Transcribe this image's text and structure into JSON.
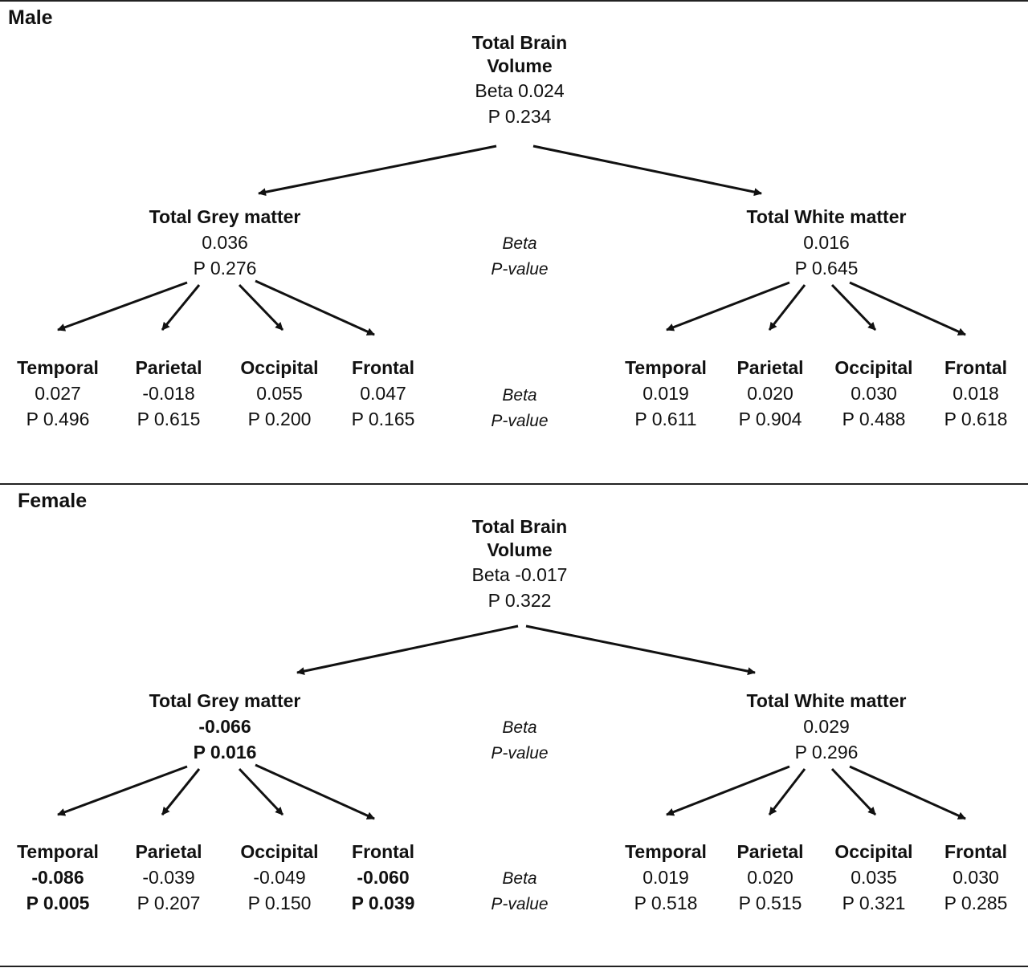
{
  "panels": {
    "male": {
      "label": "Male",
      "root": {
        "title_1": "Total Brain",
        "title_2": "Volume",
        "beta": "Beta 0.024",
        "p": "P 0.234"
      },
      "grey": {
        "title": "Total Grey matter",
        "beta": "0.036",
        "p": "P 0.276"
      },
      "white": {
        "title": "Total White matter",
        "beta": "0.016",
        "p": "P 0.645"
      },
      "legend_mid": {
        "beta": "Beta",
        "p": "P-value"
      },
      "legend_low": {
        "beta": "Beta",
        "p": "P-value"
      },
      "grey_lobes": [
        {
          "name": "Temporal",
          "beta": "0.027",
          "p": "P 0.496"
        },
        {
          "name": "Parietal",
          "beta": "-0.018",
          "p": "P 0.615"
        },
        {
          "name": "Occipital",
          "beta": "0.055",
          "p": "P 0.200"
        },
        {
          "name": "Frontal",
          "beta": "0.047",
          "p": "P 0.165"
        }
      ],
      "white_lobes": [
        {
          "name": "Temporal",
          "beta": "0.019",
          "p": "P 0.611"
        },
        {
          "name": "Parietal",
          "beta": "0.020",
          "p": "P 0.904"
        },
        {
          "name": "Occipital",
          "beta": "0.030",
          "p": "P 0.488"
        },
        {
          "name": "Frontal",
          "beta": "0.018",
          "p": "P 0.618"
        }
      ]
    },
    "female": {
      "label": "Female",
      "root": {
        "title_1": "Total Brain",
        "title_2": "Volume",
        "beta": "Beta -0.017",
        "p": "P 0.322"
      },
      "grey": {
        "title": "Total Grey matter",
        "beta": "-0.066",
        "p": "P 0.016"
      },
      "white": {
        "title": "Total White matter",
        "beta": "0.029",
        "p": "P 0.296"
      },
      "legend_mid": {
        "beta": "Beta",
        "p": "P-value"
      },
      "legend_low": {
        "beta": "Beta",
        "p": "P-value"
      },
      "grey_lobes": [
        {
          "name": "Temporal",
          "beta": "-0.086",
          "p": "P 0.005"
        },
        {
          "name": "Parietal",
          "beta": "-0.039",
          "p": "P 0.207"
        },
        {
          "name": "Occipital",
          "beta": "-0.049",
          "p": "P 0.150"
        },
        {
          "name": "Frontal",
          "beta": "-0.060",
          "p": "P 0.039"
        }
      ],
      "white_lobes": [
        {
          "name": "Temporal",
          "beta": "0.019",
          "p": "P 0.518"
        },
        {
          "name": "Parietal",
          "beta": "0.020",
          "p": "P 0.515"
        },
        {
          "name": "Occipital",
          "beta": "0.035",
          "p": "P 0.321"
        },
        {
          "name": "Frontal",
          "beta": "0.030",
          "p": "P 0.285"
        }
      ]
    }
  }
}
